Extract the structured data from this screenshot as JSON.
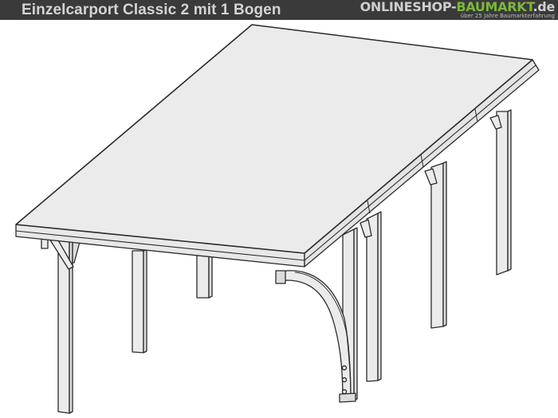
{
  "header": {
    "title": "Einzelcarport Classic 2 mit 1 Bogen",
    "logo": {
      "part1": "ONLINESHOP-",
      "part2": "BAUMARKT",
      "part3": ".de",
      "tagline": "über 25 Jahre Baumarkterfahrung"
    },
    "colors": {
      "bar": "#3a3a3a",
      "title": "#d4d4d4",
      "logo_green": "#7bb83a"
    }
  },
  "illustration": {
    "subject": "carport-line-drawing",
    "roof_color": "#ebebeb",
    "line_color": "#2a2a2a"
  }
}
